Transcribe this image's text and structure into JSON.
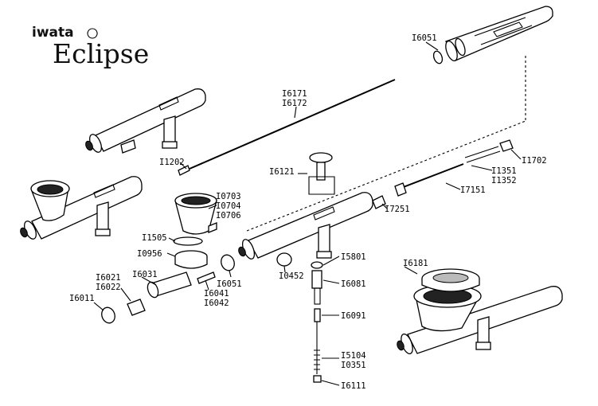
{
  "brand": {
    "maker": "iwata",
    "model": "Eclipse"
  },
  "parts": {
    "l6051_top": "I6051",
    "l6171": "I6171",
    "l6172": "I6172",
    "l1202": "I1202",
    "l6121": "I6121",
    "l1702": "I1702",
    "l1351": "I1351",
    "l1352": "I1352",
    "l7151": "I7151",
    "l7251": "I7251",
    "l0703": "I0703",
    "l0704": "I0704",
    "l0706": "I0706",
    "l1505": "I1505",
    "l0956": "I0956",
    "l6051_mid": "I6051",
    "l0452": "I0452",
    "l5801": "I5801",
    "l6081": "I6081",
    "l6091": "I6091",
    "l5104": "I5104",
    "l0351": "I0351",
    "l6111": "I6111",
    "l6181": "I6181",
    "l6021": "I6021",
    "l6022": "I6022",
    "l6031": "I6031",
    "l6011": "I6011",
    "l6041": "I6041",
    "l6042": "I6042"
  }
}
